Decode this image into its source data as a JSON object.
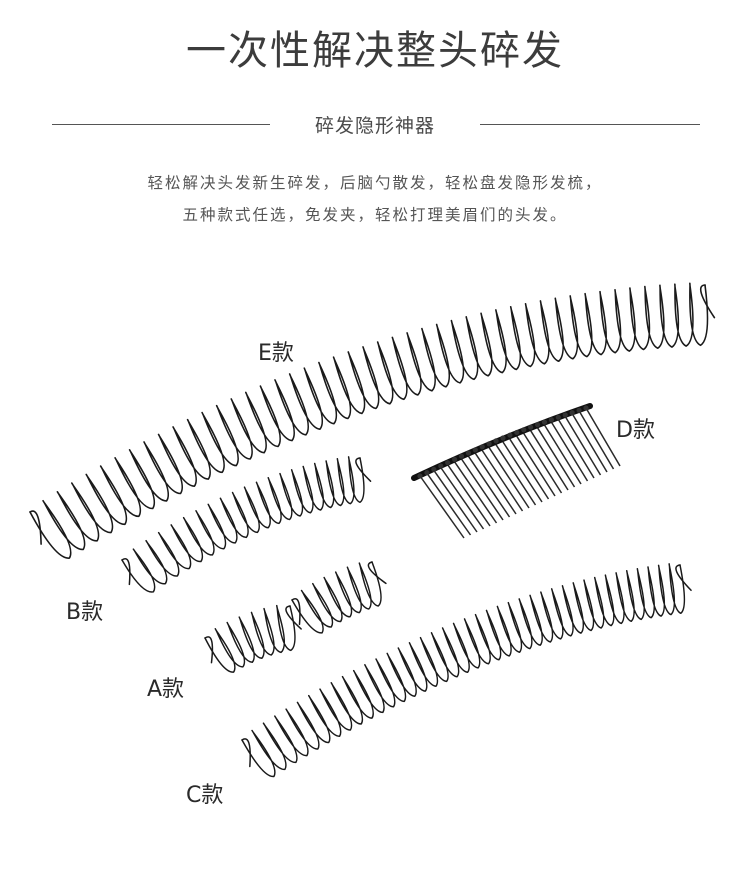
{
  "header": {
    "title": "一次性解决整头碎发",
    "subtitle": "碎发隐形神器"
  },
  "description": {
    "line1": "轻松解决头发新生碎发，后脑勺散发，轻松盘发隐形发梳，",
    "line2": "五种款式任选，免发夹，轻松打理美眉们的头发。"
  },
  "products": {
    "e_label": "E款",
    "d_label": "D款",
    "b_label": "B款",
    "a_label": "A款",
    "c_label": "C款"
  },
  "colors": {
    "wire": "#1a1a1a",
    "text": "#3a3a3a",
    "background": "#ffffff"
  }
}
